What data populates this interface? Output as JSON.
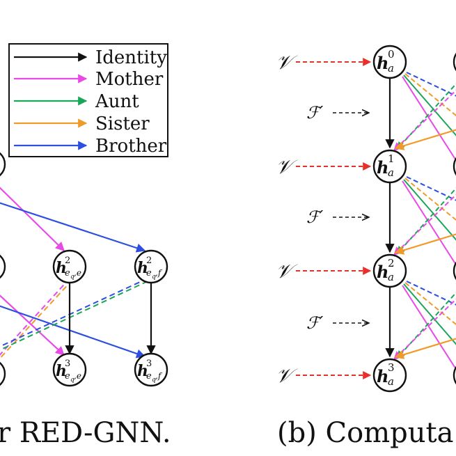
{
  "colors": {
    "identity": "#111111",
    "mother": "#e84ae8",
    "aunt": "#1aa659",
    "sister": "#f09a2a",
    "brother": "#2c4fe0",
    "input": "#e8302a"
  },
  "legend": {
    "items": [
      {
        "key": "identity",
        "label": "Identity"
      },
      {
        "key": "mother",
        "label": "Mother"
      },
      {
        "key": "aunt",
        "label": "Aunt"
      },
      {
        "key": "sister",
        "label": "Sister"
      },
      {
        "key": "brother",
        "label": "Brother"
      }
    ]
  },
  "left": {
    "caption": "r RED-GNN.",
    "nodes": [
      {
        "id": "e2",
        "base": "h",
        "sup": "2",
        "sub": "e",
        "subsub": "q",
        "subtail": ",e"
      },
      {
        "id": "f2",
        "base": "h",
        "sup": "2",
        "sub": "e",
        "subsub": "q",
        "subtail": ",f"
      },
      {
        "id": "e3",
        "base": "h",
        "sup": "3",
        "sub": "e",
        "subsub": "q",
        "subtail": ",e"
      },
      {
        "id": "f3",
        "base": "h",
        "sup": "3",
        "sub": "e",
        "subsub": "q",
        "subtail": ",f"
      }
    ]
  },
  "right": {
    "caption": "(b) Computa",
    "input_symbol": "𝒱",
    "function_symbol": "ℱ′",
    "nodes": [
      {
        "id": "a0",
        "base": "h",
        "sup": "0",
        "sub": "a"
      },
      {
        "id": "a1",
        "base": "h",
        "sup": "1",
        "sub": "a"
      },
      {
        "id": "a2",
        "base": "h",
        "sup": "2",
        "sub": "a"
      },
      {
        "id": "a3",
        "base": "h",
        "sup": "3",
        "sub": "a"
      }
    ]
  }
}
